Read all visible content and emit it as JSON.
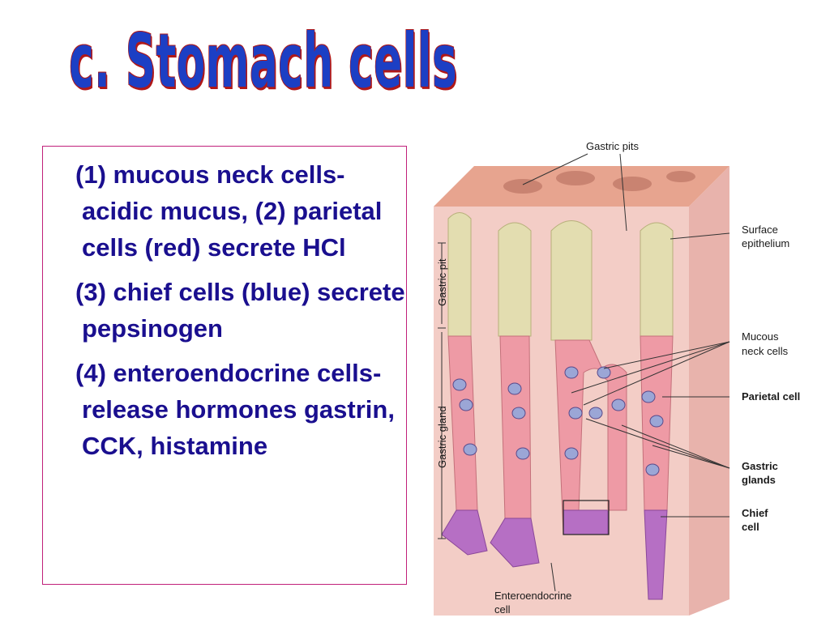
{
  "title": "c. Stomach cells",
  "bullets": [
    "(1) mucous neck cells- acidic mucus, (2) parietal cells (red) secrete HCl",
    "(3) chief cells (blue) secrete pepsinogen",
    "(4) enteroendocrine cells- release hormones gastrin, CCK, histamine"
  ],
  "figure": {
    "labels": {
      "gastric_pits": "Gastric pits",
      "surface_epithelium_1": "Surface",
      "surface_epithelium_2": "epithelium",
      "mucous_neck_1": "Mucous",
      "mucous_neck_2": "neck cells",
      "parietal": "Parietal cell",
      "gastric_glands_1": "Gastric",
      "gastric_glands_2": "glands",
      "chief_1": "Chief",
      "chief_2": "cell",
      "enteroendocrine_1": "Enteroendocrine",
      "enteroendocrine_2": "cell",
      "gastric_pit_side": "Gastric pit",
      "gastric_gland_side": "Gastric gland"
    },
    "colors": {
      "tissue": "#f0c6bf",
      "surface": "#e7a48f",
      "epithelium": "#e3ddb0",
      "gland": "#ee9aa5",
      "gland_base": "#b66fc4",
      "parietal_cell": "#9ba6d6"
    }
  }
}
